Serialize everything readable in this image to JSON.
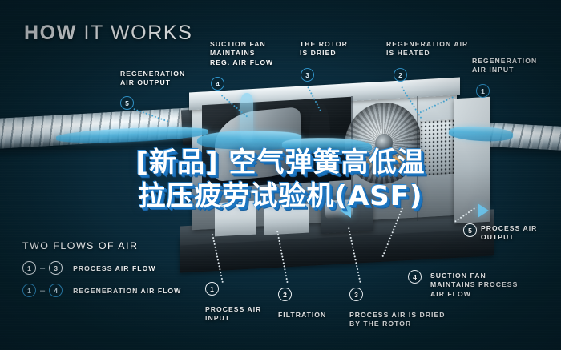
{
  "headline": {
    "bold": "HOW",
    "light": " IT WORKS"
  },
  "overlay_title": {
    "line1": "[新品] 空气弹簧高低温",
    "line2": "拉压疲劳试验机(ASF)"
  },
  "callouts": [
    {
      "id": "regen-air-output",
      "number": "5",
      "text": "REGENERATION\nAIR OUTPUT",
      "flow": "regen"
    },
    {
      "id": "suction-fan-reg",
      "number": "4",
      "text": "SUCTION FAN\nMAINTAINS\nREG. AIR FLOW",
      "flow": "regen"
    },
    {
      "id": "rotor-is-dried",
      "number": "3",
      "text": "THE ROTOR\nIS DRIED",
      "flow": "regen"
    },
    {
      "id": "regen-air-heated",
      "number": "2",
      "text": "REGENERATION AIR\nIS HEATED",
      "flow": "regen"
    },
    {
      "id": "regen-air-input",
      "number": "1",
      "text": "REGENERATION\nAIR INPUT",
      "flow": "regen"
    },
    {
      "id": "process-air-output",
      "number": "5",
      "text": "PROCESS AIR\nOUTPUT",
      "flow": "process"
    },
    {
      "id": "suction-fan-process",
      "number": "4",
      "text": "SUCTION FAN\nMAINTAINS PROCESS\nAIR FLOW",
      "flow": "process"
    },
    {
      "id": "process-air-input",
      "number": "1",
      "text": "PROCESS AIR\nINPUT",
      "flow": "process"
    },
    {
      "id": "filtration",
      "number": "2",
      "text": "FILTRATION",
      "flow": "process"
    },
    {
      "id": "process-air-dried",
      "number": "3",
      "text": "PROCESS AIR IS DRIED\nBY THE ROTOR",
      "flow": "process"
    }
  ],
  "legend": {
    "title": "TWO FLOWS OF AIR",
    "dash": "–",
    "rows": [
      {
        "from": "1",
        "to": "3",
        "label": "PROCESS AIR FLOW",
        "flow": "process"
      },
      {
        "from": "1",
        "to": "4",
        "label": "REGENERATION AIR FLOW",
        "flow": "regen"
      }
    ]
  },
  "colors": {
    "background": "#072431",
    "accent_blue": "#2f93c9",
    "flow_blue": "#6ec8f0",
    "text_white": "#ffffff",
    "title_shadow_blue": "#1a74c0"
  }
}
